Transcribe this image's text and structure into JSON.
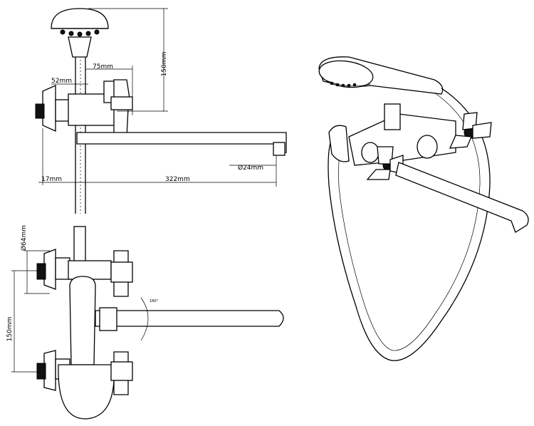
{
  "dimensions": {
    "hose_drop": "150mm",
    "handle_offset": "75mm",
    "body_offset": "52mm",
    "wall_gap": "17mm",
    "spout_length": "322mm",
    "spout_diameter": "Ø24mm",
    "flange_diameter": "Ø64mm",
    "inlet_spacing": "150mm",
    "spout_rotation": "180°"
  },
  "colors": {
    "line": "#000000",
    "background": "#ffffff"
  }
}
